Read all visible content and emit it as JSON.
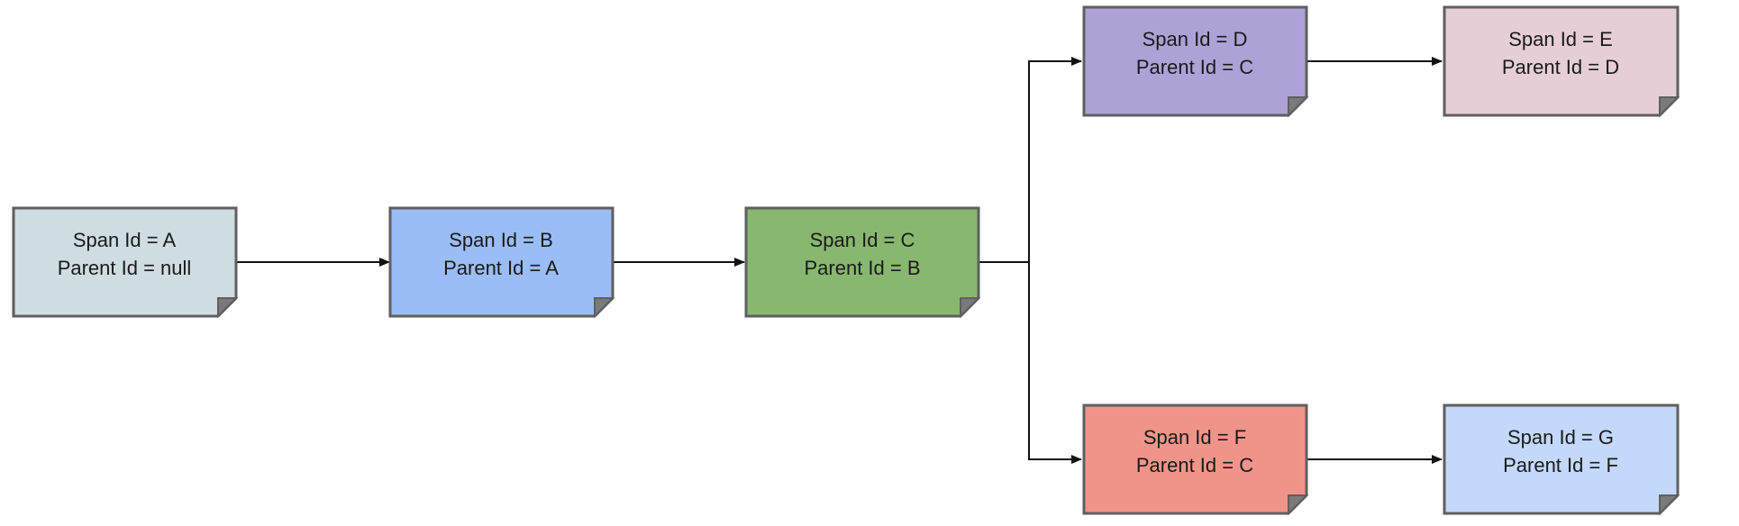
{
  "nodes": [
    {
      "id": "a",
      "line1": "Span Id = A",
      "line2": "Parent Id = null",
      "color": "#cfdce2"
    },
    {
      "id": "b",
      "line1": "Span Id = B",
      "line2": "Parent Id = A",
      "color": "#9bbdf5"
    },
    {
      "id": "c",
      "line1": "Span Id = C",
      "line2": "Parent Id = B",
      "color": "#88b870"
    },
    {
      "id": "d",
      "line1": "Span Id = D",
      "line2": "Parent Id = C",
      "color": "#ada2d6"
    },
    {
      "id": "e",
      "line1": "Span Id = E",
      "line2": "Parent Id = D",
      "color": "#e6ced6"
    },
    {
      "id": "f",
      "line1": "Span Id = F",
      "line2": "Parent Id = C",
      "color": "#f0948a"
    },
    {
      "id": "g",
      "line1": "Span Id = G",
      "line2": "Parent Id = F",
      "color": "#c3d8fa"
    }
  ],
  "edges": [
    {
      "from": "a",
      "to": "b"
    },
    {
      "from": "b",
      "to": "c"
    },
    {
      "from": "c",
      "to": "d"
    },
    {
      "from": "c",
      "to": "f"
    },
    {
      "from": "d",
      "to": "e"
    },
    {
      "from": "f",
      "to": "g"
    }
  ],
  "colors": {
    "border": "#5f5f5f",
    "edge": "#111111",
    "fold": "#7a7a7a"
  }
}
